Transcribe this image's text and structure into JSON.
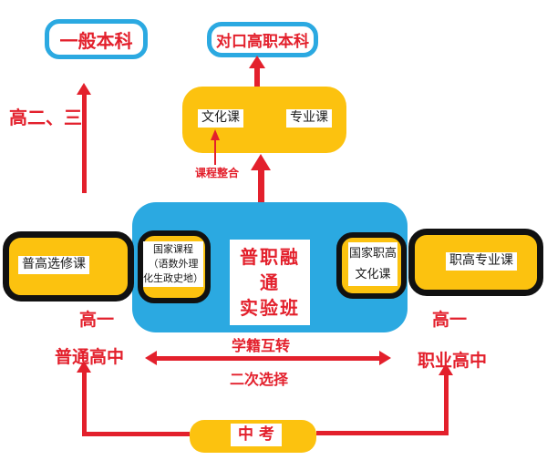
{
  "colors": {
    "yellow": "#FCC20F",
    "blue": "#2BA9E1",
    "red": "#E3202C",
    "black": "#111111"
  },
  "diagram": {
    "top": {
      "general_undergrad": "一般本科",
      "vocational_undergrad": "对口高职本科",
      "grade_label": "高二、三"
    },
    "integration_box": {
      "culture_course": "文化课",
      "major_course": "专业课",
      "integration_label": "课程整合"
    },
    "center": {
      "title_line1": "普职融通",
      "title_line2": "实验班",
      "national_course": {
        "line1": "国家课程",
        "line2": "（语数外理",
        "line3": "化生政史地）"
      },
      "vocational_culture": {
        "line1": "国家职高",
        "line2": "文化课"
      }
    },
    "left_band": {
      "elective_course": "普高选修课",
      "grade": "高一",
      "school": "普通高中"
    },
    "right_band": {
      "major_course": "职高专业课",
      "grade": "高一",
      "school": "职业高中"
    },
    "exchange": {
      "transfer": "学籍互转",
      "second_choice": "二次选择"
    },
    "bottom": {
      "exam": "中 考"
    }
  }
}
